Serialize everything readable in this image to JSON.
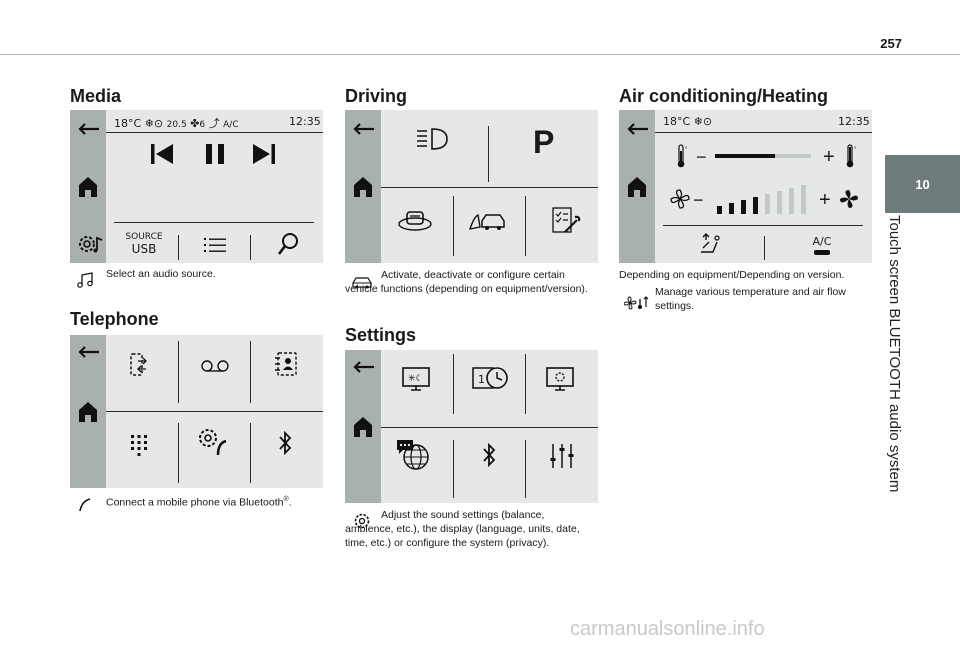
{
  "page": {
    "number": "257",
    "chapter_number": "10",
    "chapter_title": "Touch screen BLUETOOTH audio system",
    "footer": "carmanualsonline.info"
  },
  "media": {
    "title": "Media",
    "status": {
      "temp": "18°C",
      "fan_temp": "20.5",
      "fan_level": "6",
      "ac": "A/C",
      "time": "12:35"
    },
    "source_label": "SOURCE",
    "source_value": "USB",
    "caption": "Select an audio source."
  },
  "telephone": {
    "title": "Telephone",
    "caption": "Connect a mobile phone via Bluetooth",
    "caption_mark": "®",
    "caption_end": "."
  },
  "driving": {
    "title": "Driving",
    "parking_label": "P",
    "caption": "Activate, deactivate or configure certain vehicle functions (depending on equipment/version)."
  },
  "settings": {
    "title": "Settings",
    "caption": "Adjust the sound settings (balance, ambience, etc.), the display (language, units, date, time, etc.) or configure the system (privacy)."
  },
  "aircon": {
    "title": "Air conditioning/Heating",
    "status": {
      "temp": "18°C",
      "time": "12:35"
    },
    "temp_slider_level": 0.62,
    "fan_level_bars": 4,
    "fan_total_bars": 8,
    "ac_label": "A/C",
    "note": "Depending on equipment/Depending on version.",
    "caption": "Manage various temperature and air flow settings."
  },
  "icons": {
    "back": "back-arrow-icon",
    "home": "home-icon",
    "prev": "previous-track-icon",
    "pause": "pause-icon",
    "next": "next-track-icon",
    "list": "list-icon",
    "search": "search-icon",
    "media_settings": "media-settings-icon",
    "note": "music-note-icon",
    "phone_transfer": "phone-transfer-icon",
    "voicemail": "voicemail-icon",
    "contacts": "contacts-icon",
    "keypad": "keypad-icon",
    "phone_settings": "phone-settings-icon",
    "bluetooth": "bluetooth-icon",
    "handset": "phone-handset-icon",
    "headlight": "headlight-icon",
    "parking": "parking-icon",
    "car_top": "car-top-icon",
    "seat_car": "seat-car-icon",
    "checklist": "checklist-wrench-icon",
    "car_outline": "car-outline-icon",
    "display_brightness": "display-brightness-icon",
    "clock": "date-time-icon",
    "display_settings": "display-settings-icon",
    "language": "language-icon",
    "equalizer": "equalizer-icon",
    "gear": "gear-icon",
    "thermometer": "thermometer-icon",
    "fan": "fan-icon",
    "air_distribution": "air-distribution-icon",
    "climate": "climate-icon"
  },
  "colors": {
    "screen": "#e6e8e8",
    "sidebar": "#a9b0b0",
    "tab": "#6f7b7b"
  }
}
